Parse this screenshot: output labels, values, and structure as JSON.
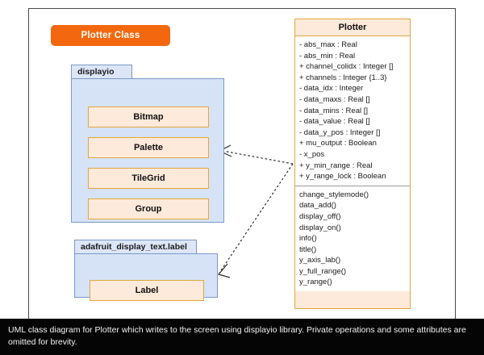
{
  "badge": {
    "label": "Plotter Class"
  },
  "packages": [
    {
      "name": "displayio",
      "classes": [
        {
          "name": "Bitmap"
        },
        {
          "name": "Palette"
        },
        {
          "name": "TileGrid"
        },
        {
          "name": "Group"
        }
      ]
    },
    {
      "name": "adafruit_display_text.label",
      "classes": [
        {
          "name": "Label"
        }
      ]
    }
  ],
  "plotter": {
    "name": "Plotter",
    "attributes": [
      "- abs_max : Real",
      "- abs_min : Real",
      "+ channel_colidx : Integer []",
      "+ channels : Integer {1..3}",
      "- data_idx : Integer",
      "- data_maxs : Real []",
      "- data_mins : Real []",
      "- data_value : Real []",
      "- data_y_pos : Integer []",
      "+ mu_output : Boolean",
      "- x_pos",
      "+ y_min_range : Real",
      "+ y_range_lock : Boolean"
    ],
    "operations": [
      "change_stylemode()",
      "data_add()",
      "display_off()",
      "display_on()",
      "info()",
      "title()",
      "y_axis_lab()",
      "y_full_range()",
      "y_range()"
    ]
  },
  "dependencies": [
    {
      "from": "Plotter",
      "to": "displayio"
    },
    {
      "from": "Plotter",
      "to": "adafruit_display_text.label"
    }
  ],
  "caption": {
    "text": "UML class diagram for Plotter which writes to the screen using displayio library. Private operations and some attributes are omitted for brevity."
  },
  "colors": {
    "badge": "#f3680e",
    "class_fill": "#fdeada",
    "class_border": "#e3a63e",
    "package_fill": "#d6e3f7",
    "package_tab_fill": "#dce6f6",
    "package_border": "#7a99c9",
    "caption_bg": "#050505",
    "frame_border": "#4a4a4a"
  }
}
